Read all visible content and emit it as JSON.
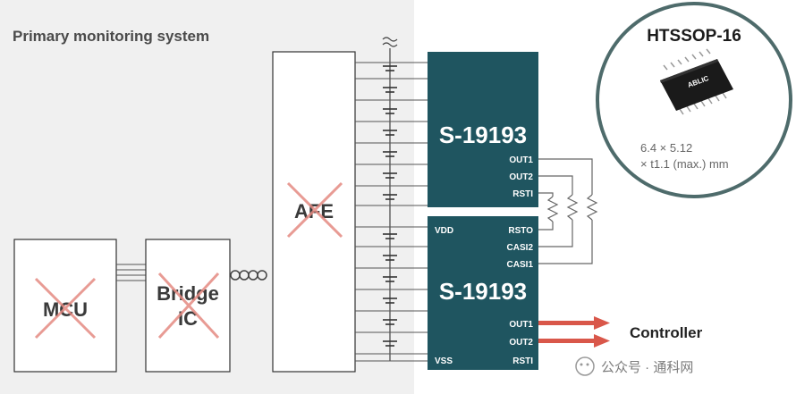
{
  "region_label": "Primary monitoring system",
  "blocks": {
    "mcu": "MCU",
    "bridge_line1": "Bridge",
    "bridge_line2": "IC",
    "afe": "AFE"
  },
  "chip_top": {
    "name": "S-19193",
    "pins": [
      "OUT1",
      "OUT2",
      "RSTI"
    ]
  },
  "chip_bottom": {
    "name": "S-19193",
    "left_pins": [
      "VDD",
      "VSS"
    ],
    "right_pins": [
      "RSTO",
      "CASI2",
      "CASI1",
      "OUT1",
      "OUT2",
      "RSTI"
    ]
  },
  "package": {
    "title": "HTSSOP-16",
    "logo_text": "ABLIC",
    "dim_line1": "6.4 × 5.12",
    "dim_line2": "× t1.1 (max.) mm"
  },
  "controller_label": "Controller",
  "watermark": "公众号 · 通科网",
  "colors": {
    "chip_fill": "#1f5560",
    "arrow": "#d9574a",
    "cross": "#e58a82",
    "region_bg": "#f0f0f0",
    "wire": "#555555"
  }
}
